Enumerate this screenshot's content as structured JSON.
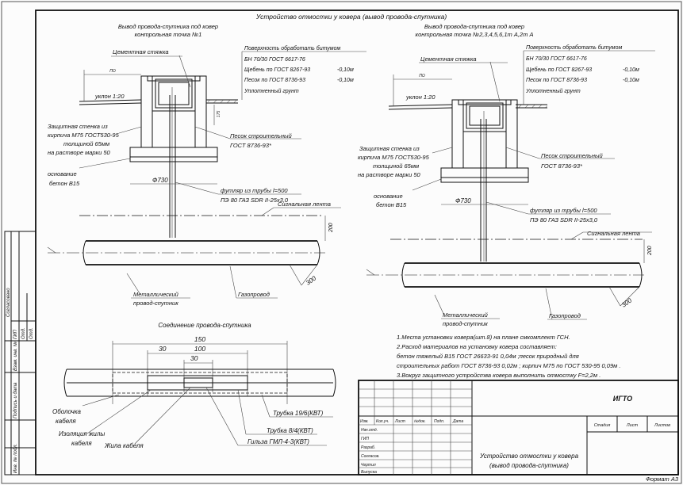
{
  "sheet_title": "Устройство отмостки у ковера (вывод провода-спутника)",
  "left": {
    "title_line1": "Вывод провода-спутника под ковер",
    "title_line2": "контрольная точка №1",
    "cement": "Цементная стяжка",
    "surface": "Поверхность обработать битумом",
    "bn": "БН 70/30 ГОСТ 6617-76",
    "gravel": "Щебень по ГОСТ 8267-93",
    "gravel_val": "-0,10м",
    "sand": "Песок по ГОСТ 8736-93",
    "sand_val": "-0,10м",
    "soil": "Уплотненный грунт",
    "slope": "уклон 1:20",
    "wall1": "Защитная стенка из",
    "wall2": "кирпича М75 ГОСТ530-95",
    "wall3": "толщиной 65мм",
    "wall4": "на растворе марки 50",
    "base1": "основание",
    "base2": "бетон В15",
    "dia": "Ф730",
    "bsand1": "Песок строительный",
    "bsand2": "ГОСТ 8736-93*",
    "case1": "футляр из трубы l=500",
    "case2": "ПЭ 80 ГАЗ SDR II-25х3,0",
    "tape": "Сигнальная лента",
    "d200": "200",
    "d300": "300",
    "wire1": "Металлический",
    "wire2": "провод-спутник",
    "pipe": "Газопровод",
    "dim_top": "ПО",
    "dim_side": "175"
  },
  "right": {
    "title_line1": "Вывод провода-спутника под ковер",
    "title_line2": "контрольная точка №2,3,4,5,6,1т А,2т А",
    "cement": "Цементная стяжка",
    "surface": "Поверхность обработать битумом",
    "bn": "БН 70/30 ГОСТ 6617-76",
    "gravel": "Щебень по ГОСТ 8267-93",
    "gravel_val": "-0,10м",
    "sand": "Песок по ГОСТ 8736-93",
    "sand_val": "-0,10м",
    "soil": "Уплотненный грунт",
    "slope": "уклон 1:20",
    "wall1": "Защитная стенка из",
    "wall2": "кирпича М75 ГОСТ530-95",
    "wall3": "толщиной 65мм",
    "wall4": "на растворе марки 50",
    "base1": "основание",
    "base2": "бетон В15",
    "dia": "Ф730",
    "bsand1": "Песок строительный",
    "bsand2": "ГОСТ 8736-93*",
    "case1": "футляр из трубы l=500",
    "case2": "ПЭ 80 ГАЗ SDR II-25х3,0",
    "tape": "Сигнальная лента",
    "d200": "200",
    "d300": "300",
    "wire1": "Металлический",
    "wire2": "провод-спутник",
    "pipe": "Газопровод",
    "dim_top": "ПО"
  },
  "joint": {
    "title": "Соединение провода-спутника",
    "d150": "150",
    "d30a": "30",
    "d100": "100",
    "d30b": "30",
    "sheath1": "Оболочка",
    "sheath2": "кабеля",
    "insul1": "Изоляция жилы",
    "insul2": "кабеля",
    "core": "Жила кабеля",
    "tube1": "Трубка 19/6(КВТ)",
    "tube2": "Трубка 8/4(КВТ)",
    "sleeve": "Гильза ГМЛ-4-3(КВТ)"
  },
  "notes": [
    "1.Места установки ковера(шт.8) на плане смкомплект ГСН.",
    "2.Расход материалов на установку ковера составляет:",
    "бетон тяжелый В15  ГОСТ 26633-91 0,04м ;песок природный для",
    "строительных работ  ГОСТ 8736-93 0,02м ; кирпич М75 по ГОСТ 530-95 0,09м .",
    "3.Вокруг защитного устройства ковера выполнить отмостку F=2,2м ."
  ],
  "stamp": {
    "code": "ИГТО",
    "cols": [
      "Изм.",
      "Кол.уч.",
      "Лист",
      "№док.",
      "Подп.",
      "Дата"
    ],
    "rows": [
      "Нач.отд.",
      "ГИП",
      "Разраб.",
      "Согласов.",
      "Чертил",
      "Выпуска"
    ],
    "stage": "Стадия",
    "sheet": "Лист",
    "sheets": "Листов",
    "desc1": "Устройство отмостки у ковера",
    "desc2": "(вывод провода-спутника)"
  },
  "side_stamp": [
    "Согласовано",
    "ГИП",
    "Отд.",
    "Отд.",
    "Взам. инв. №",
    "Подпись и дата",
    "Инв. № подл."
  ],
  "format": "Формат А3"
}
